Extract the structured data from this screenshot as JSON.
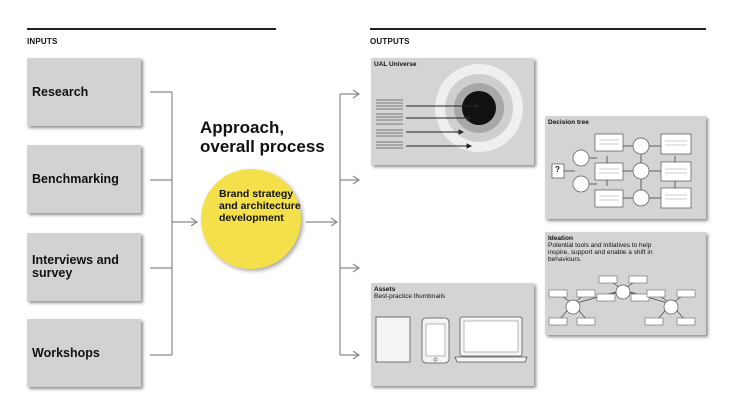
{
  "inputs": {
    "heading": "INPUTS",
    "items": [
      {
        "label": "Research"
      },
      {
        "label": "Benchmarking"
      },
      {
        "label": "Interviews and survey"
      },
      {
        "label": "Workshops"
      }
    ]
  },
  "process": {
    "title_line1": "Approach,",
    "title_line2": "overall process",
    "core_label": "Brand strategy and architecture development"
  },
  "outputs": {
    "heading": "OUTPUTS",
    "ual_universe": {
      "title": "UAL Universe"
    },
    "decision_tree": {
      "title": "Decision tree",
      "question_mark": "?"
    },
    "ideation": {
      "title": "Ideation",
      "description": "Potential tools and initiatives to help inspire, support and enable a shift in behaviours."
    },
    "assets": {
      "title": "Assets",
      "subtitle": "Best-practice thumbnails"
    }
  },
  "colors": {
    "accent": "#f4e04a",
    "panel": "#d4d4d4",
    "line": "#888888"
  }
}
